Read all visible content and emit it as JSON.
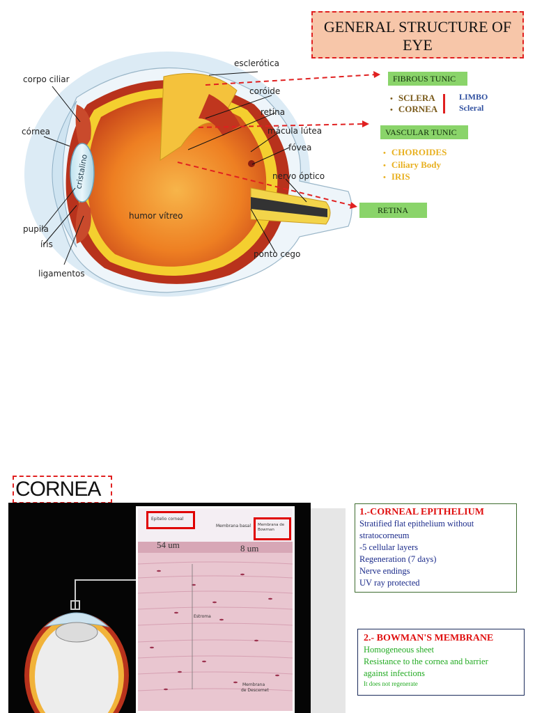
{
  "title": "GENERAL STRUCTURE OF EYE",
  "eye_labels": {
    "corpo_ciliar": "corpo ciliar",
    "cornea": "córnea",
    "pupila": "pupila",
    "iris": "íris",
    "ligamentos": "ligamentos",
    "esclerotica": "esclerótica",
    "coroide": "coróide",
    "retina": "retina",
    "macula": "mácula lútea",
    "fovea": "fóvea",
    "nervo": "nervo óptico",
    "humor": "humor vítreo",
    "ponto": "ponto cego",
    "cristalino": "cristalino"
  },
  "fibrous": {
    "label": "FIBROUS TUNIC",
    "items": [
      "SCLERA",
      "CORNEA"
    ],
    "limbo": "LIMBO",
    "scleral": "Scleral"
  },
  "vascular": {
    "label": "VASCULAR TUNIC",
    "items": [
      "CHOROIDES",
      "Ciliary Body",
      "IRIS"
    ]
  },
  "retina_tag": "RETINA",
  "cornea_section": {
    "title": "CORNEA",
    "micro_labels": {
      "epitelio": "Epitelio corneal",
      "bowman": "Membrana de Bowman",
      "membrana_basal": "Membrana basal",
      "um54": "54 um",
      "um8": "8 um",
      "estroma": "Estroma",
      "descemet_1": "Membrana",
      "descemet_2": "de Descemet"
    },
    "box1": {
      "heading": "1.-CORNEAL EPITHELIUM",
      "lines": [
        "Stratified flat epithelium without",
        "stratocorneum",
        "-5 cellular layers",
        "Regeneration (7 days)",
        "Nerve endings",
        "UV ray protected"
      ]
    },
    "box2": {
      "heading": "2.- BOWMAN'S MEMBRANE",
      "lines": [
        "Homogeneous sheet",
        "Resistance to the cornea and barrier",
        "against infections"
      ],
      "small": "It does not regenerate"
    }
  },
  "colors": {
    "accent_red": "#e02020",
    "tag_green": "#8ad46a",
    "fibrous_text": "#7a5a1a",
    "vascular_text": "#e8b020",
    "limbo_blue": "#3050a0",
    "box1_text": "#1a2a8a",
    "box2_text": "#22aa22"
  }
}
